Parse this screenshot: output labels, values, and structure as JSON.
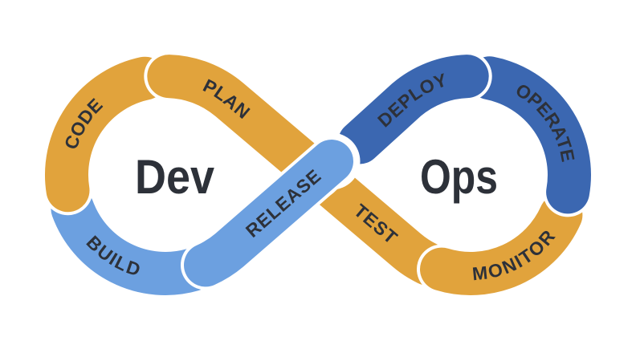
{
  "loops": {
    "dev_label": "Dev",
    "ops_label": "Ops"
  },
  "segments": {
    "plan": "PLAN",
    "code": "CODE",
    "build": "BUILD",
    "release": "RELEASE",
    "deploy": "DEPLOY",
    "operate": "OPERATE",
    "monitor": "MONITOR",
    "test": "TEST"
  },
  "colors": {
    "orange": "#E1A33C",
    "gold": "#E1A33C",
    "light_blue": "#6CA0E0",
    "dark_blue": "#3B67B1",
    "text": "#2D3139",
    "background": "#FFFFFF"
  }
}
